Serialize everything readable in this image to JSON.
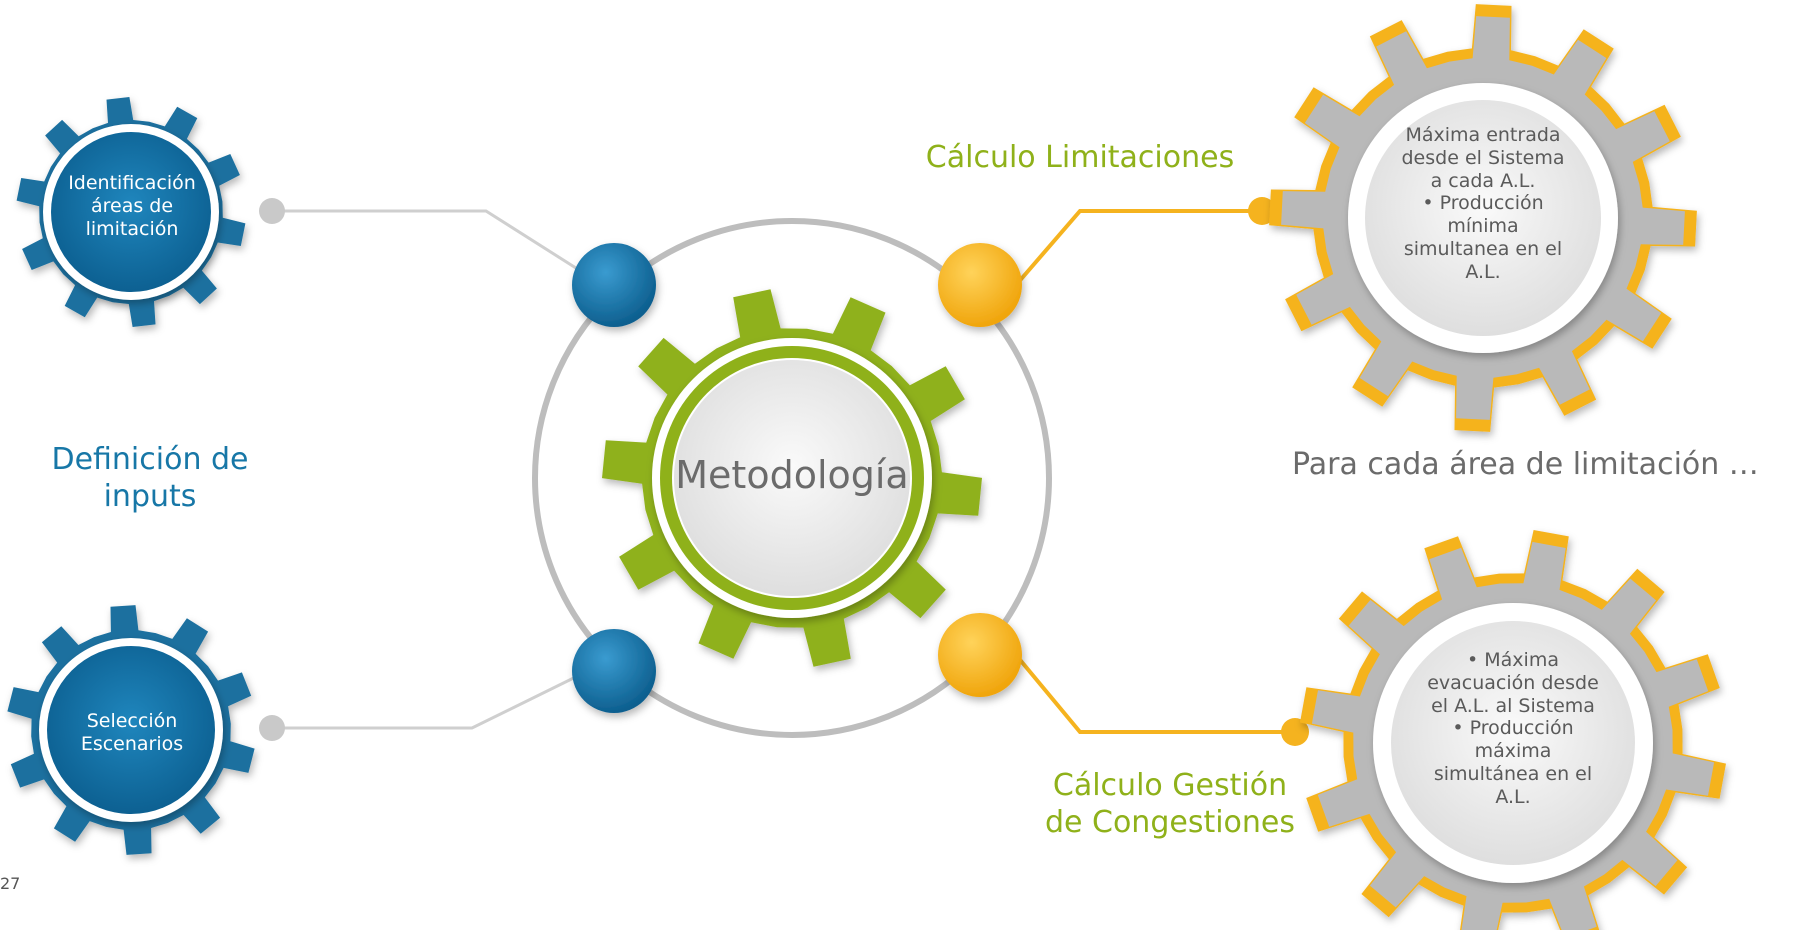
{
  "center": {
    "label": "Metodología"
  },
  "left_title": [
    "Definición de",
    "inputs"
  ],
  "gear_top_left": [
    "Identificación",
    "áreas de",
    "limitación"
  ],
  "gear_bottom_left": [
    "Selección",
    "Escenarios"
  ],
  "calc_limitations": "Cálculo Limitaciones",
  "calc_congestion": [
    "Cálculo Gestión",
    "de Congestiones"
  ],
  "per_area_text": "Para cada área de limitación …",
  "gear_top_right": [
    "Máxima entrada",
    "desde el Sistema",
    "a cada A.L.",
    "• Producción",
    "mínima",
    "simultanea en el",
    "A.L."
  ],
  "gear_bottom_right": [
    "• Máxima",
    "evacuación desde",
    "el A.L. al Sistema",
    "• Producción",
    "máxima",
    "simultánea en el",
    "A.L."
  ],
  "page_number": "27",
  "colors": {
    "blue": "#1777a7",
    "green": "#8fb11a",
    "orange": "#f5b31f",
    "grey_ring": "#bdbdbd"
  }
}
